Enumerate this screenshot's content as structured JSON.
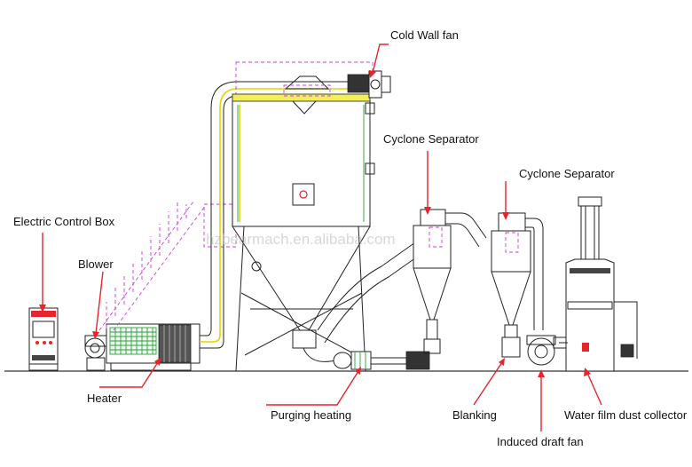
{
  "labels": {
    "cold_wall_fan": "Cold Wall fan",
    "cyclone_separator_1": "Cyclone Separator",
    "cyclone_separator_2": "Cyclone Separator",
    "electric_control_box": "Electric Control Box",
    "blower": "Blower",
    "heater": "Heater",
    "purging_heating": "Purging heating",
    "blanking": "Blanking",
    "water_film_dust_collector": "Water film dust collector",
    "induced_draft_fan": "Induced draft fan"
  },
  "watermark": "hzbearmach.en.alibaba.com",
  "colors": {
    "leader_line": "#e8242a",
    "equipment_outline": "#222222",
    "heater_mesh": "#29a23a",
    "dashed_frame": "#d23bd8",
    "hot_duct": "#e6d200"
  }
}
